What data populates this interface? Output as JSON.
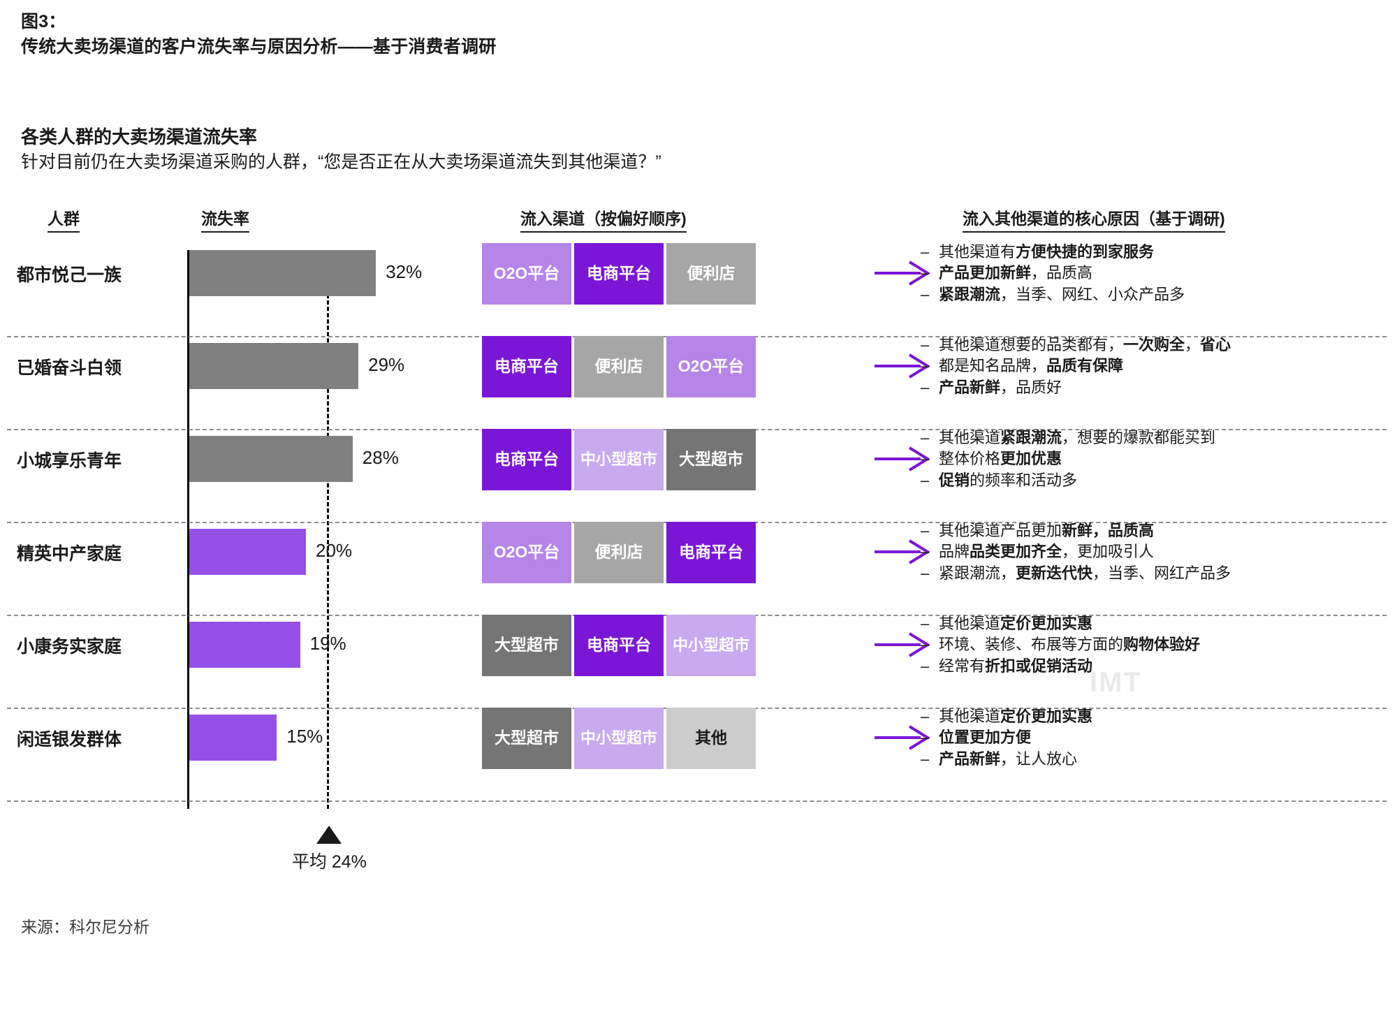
{
  "figure": {
    "number_label": "图3：",
    "title": "传统大卖场渠道的客户流失率与原因分析——基于消费者调研",
    "section_heading": "各类人群的大卖场渠道流失率",
    "section_subheading": "针对目前仍在大卖场渠道采购的人群，“您是否正在从大卖场渠道流失到其他渠道？”",
    "source": "来源：科尔尼分析",
    "watermark": "IMT"
  },
  "headers": {
    "group": "人群",
    "rate": "流失率",
    "channel": "流入渠道（按偏好顺序)",
    "reason": "流入其他渠道的核心原因（基于调研)"
  },
  "average": {
    "value": 24,
    "label": "平均 24%"
  },
  "colors": {
    "gray_bar": "#808080",
    "purple_bar": "#9450e8",
    "ecommerce": "#7b16d6",
    "o2o": "#b585e8",
    "small_super": "#c9a9ef",
    "convenience": "#a6a6a6",
    "hypermarket": "#757575",
    "other": "#cccccc",
    "arrow": "#7b16d6",
    "text_dark": "#1a1a1a"
  },
  "chart_data": {
    "type": "bar",
    "title": "各类人群的大卖场渠道流失率",
    "xlabel": "",
    "ylabel": "人群",
    "orientation": "horizontal",
    "xlim": [
      0,
      40
    ],
    "grid": false,
    "legend": "none",
    "categories": [
      "都市悦己一族",
      "已婚奋斗白领",
      "小城享乐青年",
      "精英中产家庭",
      "小康务实家庭",
      "闲适银发群体"
    ],
    "values": [
      32,
      29,
      28,
      20,
      19,
      15
    ],
    "value_labels": [
      "32%",
      "29%",
      "28%",
      "20%",
      "19%",
      "15%"
    ],
    "bar_colors": [
      "#808080",
      "#808080",
      "#808080",
      "#9450e8",
      "#9450e8",
      "#9450e8"
    ],
    "reference_line": {
      "value": 24,
      "style": "dashed",
      "label": "平均 24%"
    }
  },
  "rows": [
    {
      "group": "都市悦己一族",
      "rate": 32,
      "rate_label": "32%",
      "bar_color": "#808080",
      "channels": [
        {
          "label": "O2O平台",
          "type": "o2o",
          "bg": "#b585e8",
          "fg": "#ffffff",
          "lines": [
            "O2O平台"
          ]
        },
        {
          "label": "电商平台",
          "type": "ecommerce",
          "bg": "#7b16d6",
          "fg": "#ffffff",
          "lines": [
            "电商平台"
          ]
        },
        {
          "label": "便利店",
          "type": "convenience",
          "bg": "#a6a6a6",
          "fg": "#ffffff",
          "lines": [
            "便利店"
          ]
        }
      ],
      "reasons": [
        [
          {
            "t": "其他渠道有",
            "b": false
          },
          {
            "t": "方便快捷的到家服务",
            "b": true
          }
        ],
        [
          {
            "t": "产品更加新鲜",
            "b": true
          },
          {
            "t": "，品质高",
            "b": false
          }
        ],
        [
          {
            "t": "紧跟潮流",
            "b": true
          },
          {
            "t": "，当季、网红、小众产品多",
            "b": false
          }
        ]
      ]
    },
    {
      "group": "已婚奋斗白领",
      "rate": 29,
      "rate_label": "29%",
      "bar_color": "#808080",
      "channels": [
        {
          "label": "电商平台",
          "type": "ecommerce",
          "bg": "#7b16d6",
          "fg": "#ffffff",
          "lines": [
            "电商平台"
          ]
        },
        {
          "label": "便利店",
          "type": "convenience",
          "bg": "#a6a6a6",
          "fg": "#ffffff",
          "lines": [
            "便利店"
          ]
        },
        {
          "label": "O2O平台",
          "type": "o2o",
          "bg": "#b585e8",
          "fg": "#ffffff",
          "lines": [
            "O2O平台"
          ]
        }
      ],
      "reasons": [
        [
          {
            "t": "其他渠道想要的品类都有，",
            "b": false
          },
          {
            "t": "一次购全",
            "b": true
          },
          {
            "t": "，",
            "b": false
          },
          {
            "t": "省心",
            "b": true
          }
        ],
        [
          {
            "t": "都是知名品牌，",
            "b": false
          },
          {
            "t": "品质有保障",
            "b": true
          }
        ],
        [
          {
            "t": "产品新鲜",
            "b": true
          },
          {
            "t": "，品质好",
            "b": false
          }
        ]
      ]
    },
    {
      "group": "小城享乐青年",
      "rate": 28,
      "rate_label": "28%",
      "bar_color": "#808080",
      "channels": [
        {
          "label": "电商平台",
          "type": "ecommerce",
          "bg": "#7b16d6",
          "fg": "#ffffff",
          "lines": [
            "电商平台"
          ]
        },
        {
          "label": "中小型超市",
          "type": "small_super",
          "bg": "#c9a9ef",
          "fg": "#ffffff",
          "lines": [
            "中小型",
            "超市"
          ]
        },
        {
          "label": "大型超市",
          "type": "hypermarket",
          "bg": "#757575",
          "fg": "#ffffff",
          "lines": [
            "大型超市"
          ]
        }
      ],
      "reasons": [
        [
          {
            "t": "其他渠道",
            "b": false
          },
          {
            "t": "紧跟潮流",
            "b": true
          },
          {
            "t": "，想要的爆款都能买到",
            "b": false
          }
        ],
        [
          {
            "t": "整体价格",
            "b": false
          },
          {
            "t": "更加优惠",
            "b": true
          }
        ],
        [
          {
            "t": "促销",
            "b": true
          },
          {
            "t": "的频率和活动多",
            "b": false
          }
        ]
      ]
    },
    {
      "group": "精英中产家庭",
      "rate": 20,
      "rate_label": "20%",
      "bar_color": "#9450e8",
      "channels": [
        {
          "label": "O2O平台",
          "type": "o2o",
          "bg": "#b585e8",
          "fg": "#ffffff",
          "lines": [
            "O2O平台"
          ]
        },
        {
          "label": "便利店",
          "type": "convenience",
          "bg": "#a6a6a6",
          "fg": "#ffffff",
          "lines": [
            "便利店"
          ]
        },
        {
          "label": "电商平台",
          "type": "ecommerce",
          "bg": "#7b16d6",
          "fg": "#ffffff",
          "lines": [
            "电商平台"
          ]
        }
      ],
      "reasons": [
        [
          {
            "t": "其他渠道产品更加",
            "b": false
          },
          {
            "t": "新鲜，品质高",
            "b": true
          }
        ],
        [
          {
            "t": "品牌",
            "b": false
          },
          {
            "t": "品类更加齐全",
            "b": true
          },
          {
            "t": "，更加吸引人",
            "b": false
          }
        ],
        [
          {
            "t": "紧跟潮流，",
            "b": false
          },
          {
            "t": "更新迭代快",
            "b": true
          },
          {
            "t": "，当季、网红产品多",
            "b": false
          }
        ]
      ]
    },
    {
      "group": "小康务实家庭",
      "rate": 19,
      "rate_label": "19%",
      "bar_color": "#9450e8",
      "channels": [
        {
          "label": "大型超市",
          "type": "hypermarket",
          "bg": "#757575",
          "fg": "#ffffff",
          "lines": [
            "大型超市"
          ]
        },
        {
          "label": "电商平台",
          "type": "ecommerce",
          "bg": "#7b16d6",
          "fg": "#ffffff",
          "lines": [
            "电商平台"
          ]
        },
        {
          "label": "中小型超市",
          "type": "small_super",
          "bg": "#c9a9ef",
          "fg": "#ffffff",
          "lines": [
            "中小型",
            "超市"
          ]
        }
      ],
      "reasons": [
        [
          {
            "t": "其他渠道",
            "b": false
          },
          {
            "t": "定价更加实惠",
            "b": true
          }
        ],
        [
          {
            "t": "环境、装修、布展等方面的",
            "b": false
          },
          {
            "t": "购物体验好",
            "b": true
          }
        ],
        [
          {
            "t": "经常有",
            "b": false
          },
          {
            "t": "折扣或促销活动",
            "b": true
          }
        ]
      ]
    },
    {
      "group": "闲适银发群体",
      "rate": 15,
      "rate_label": "15%",
      "bar_color": "#9450e8",
      "channels": [
        {
          "label": "大型超市",
          "type": "hypermarket",
          "bg": "#757575",
          "fg": "#ffffff",
          "lines": [
            "大型超市"
          ]
        },
        {
          "label": "中小型超市",
          "type": "small_super",
          "bg": "#c9a9ef",
          "fg": "#ffffff",
          "lines": [
            "中小型",
            "超市"
          ]
        },
        {
          "label": "其他",
          "type": "other",
          "bg": "#cccccc",
          "fg": "#1a1a1a",
          "lines": [
            "其他"
          ]
        }
      ],
      "reasons": [
        [
          {
            "t": "其他渠道",
            "b": false
          },
          {
            "t": "定价更加实惠",
            "b": true
          }
        ],
        [
          {
            "t": "位置更加方便",
            "b": true
          }
        ],
        [
          {
            "t": "产品新鲜",
            "b": true
          },
          {
            "t": "，让人放心",
            "b": false
          }
        ]
      ]
    }
  ]
}
